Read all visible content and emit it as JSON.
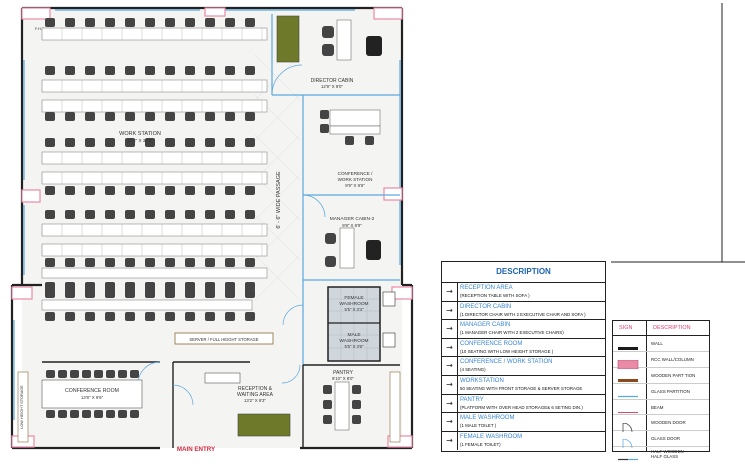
{
  "rooms": {
    "fhs": "F.H.S",
    "workstation": {
      "name": "WORK STATION",
      "size": "22'2\" X 34'8\""
    },
    "director_cabin": {
      "name": "DIRECTOR CABIN",
      "size": "12'9\" X 9'0\""
    },
    "conference_ws": {
      "name1": "CONFERENCE /",
      "name2": "WORK STATION",
      "size": "9'9\" X 9'6\""
    },
    "manager_cabin": {
      "name": "MANAGER CABIN-2",
      "size": "9'9\" X 8'9\""
    },
    "passage": "6' - 6\" WIDE PASSAGE",
    "female_washroom": {
      "name1": "FEMALE",
      "name2": "WASHROOM",
      "size": "5'5\" X 3'4\""
    },
    "male_washroom": {
      "name1": "MALE",
      "name2": "WASHROOM",
      "size": "5'5\" X 3'6\""
    },
    "server": "SERVER / FULL HEIGHT STORAGE",
    "conference_room": {
      "name": "CONFERENCE ROOM",
      "size": "13'8\" X 9'6\""
    },
    "reception": {
      "name1": "RECEPTION &",
      "name2": "WAITING AREA",
      "size": "13'2\" X 9'3\""
    },
    "pantry": {
      "name": "PANTRY",
      "size": "9'10\" X 8'0\""
    },
    "low_height_storage": "LOW HEIGHT STORAGE",
    "main_entry": "MAIN ENTRY"
  },
  "description": {
    "title": "DESCRIPTION",
    "arrow": "→",
    "items": [
      {
        "name": "RECEPTION AREA",
        "detail": "(RECEPTION TABLE WITH SOFA )"
      },
      {
        "name": "DIRECTOR CABIN",
        "detail": "(1 DIRECTOR CHAIR WITH 2 EXECUTIVE CHAIR AND SOFA )"
      },
      {
        "name": "MANAGER CABIN",
        "detail": "(1 MANAGER CHAIR WITH 2 EXECUTIVE CHAIRS)"
      },
      {
        "name": "CONFERENCE ROOM",
        "detail": "(10 SEATING WITH LOW HEIGHT STORAGE )"
      },
      {
        "name": "CONFERENCE / WORK STATION",
        "detail": "(4 SEATING)"
      },
      {
        "name": "WORKSTATION",
        "detail": "50 SEATING WITH FRONT STORAGE & SERVER STORAGE"
      },
      {
        "name": "PANTRY",
        "detail": "(PLATFORM WITH OVER HEAD STORAGE& 6 SETING DIN.)"
      },
      {
        "name": "MALE WASHROOM",
        "detail": "(1 MALE TOILET )"
      },
      {
        "name": "FEMALE WASHROOM",
        "detail": "(1 FEMALE TOILET)"
      }
    ]
  },
  "legend": {
    "head_sign": "SIGN",
    "head_desc": "DESCRIPTION",
    "items": [
      {
        "symbol": "wall",
        "label": "WALL"
      },
      {
        "symbol": "column",
        "label": "RCC WALL/COLUMN"
      },
      {
        "symbol": "wooden-partition",
        "label": "WOODEN PART TION"
      },
      {
        "symbol": "glass-partition",
        "label": "GLASS PARTITION"
      },
      {
        "symbol": "beam",
        "label": "BEAM"
      },
      {
        "symbol": "wooden-door",
        "label": "WOODEN DOOR"
      },
      {
        "symbol": "glass-door",
        "label": "GLASS DOOR"
      },
      {
        "symbol": "half-wooden-half-glass",
        "label1": "HALF WOODEN",
        "label2": "HALF GLASS"
      }
    ]
  },
  "colors": {
    "wall": "#1a1a1a",
    "column": "#e98aa6",
    "glass": "#5aa8e0",
    "wood": "#c9a35b",
    "accent": "#1e63b0",
    "pink_text": "#e0407a",
    "sofa": "#6e7a2a",
    "beam": "#d44a6a"
  }
}
